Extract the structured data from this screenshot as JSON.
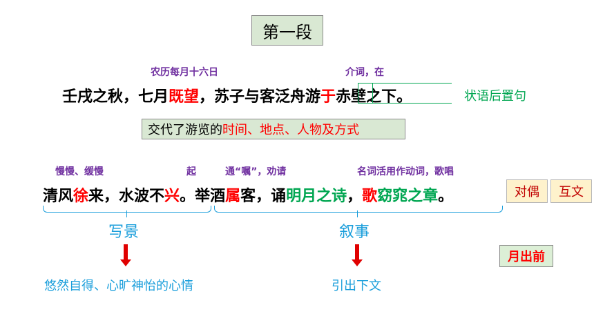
{
  "title": "第一段",
  "line1": {
    "annotation_date": "农历每月十六日",
    "annotation_prep": "介词，在",
    "seg1": "壬戌之秋，七月",
    "seg2": "既望",
    "seg3": "，苏子与客泛舟游",
    "seg4": "于",
    "seg5": "赤壁之下。",
    "note": "状语后置句"
  },
  "summary": {
    "prefix": "交代了游览的",
    "highlight": "时间、地点、人物及方式"
  },
  "line2": {
    "annotation_slow": "慢慢、缓慢",
    "annotation_rise": "起",
    "annotation_zhu": "通“嘱”，劝请",
    "annotation_verb": "名词活用作动词，歌唱",
    "s1": "清风",
    "s2": "徐",
    "s3": "来，水波不",
    "s4": "兴",
    "s5": "。举酒",
    "s6": "属",
    "s7": "客，诵",
    "s8": "明月之诗",
    "s9": "，",
    "s10": "歌",
    "s11": "窈窕之章",
    "s12": "。"
  },
  "tags": {
    "duiou": "对偶",
    "huwen": "互文",
    "yuechu": "月出前"
  },
  "bottom": {
    "xiejing": "写景",
    "xushi": "叙事",
    "mood": "悠然自得、心旷神怡的心情",
    "yinchu": "引出下文"
  },
  "colors": {
    "red": "#ff0000",
    "green": "#00a651",
    "purple": "#7030a0",
    "blue": "#1a9edb",
    "box_green": "#d9e8d3",
    "box_yellow": "#fef2cc"
  }
}
